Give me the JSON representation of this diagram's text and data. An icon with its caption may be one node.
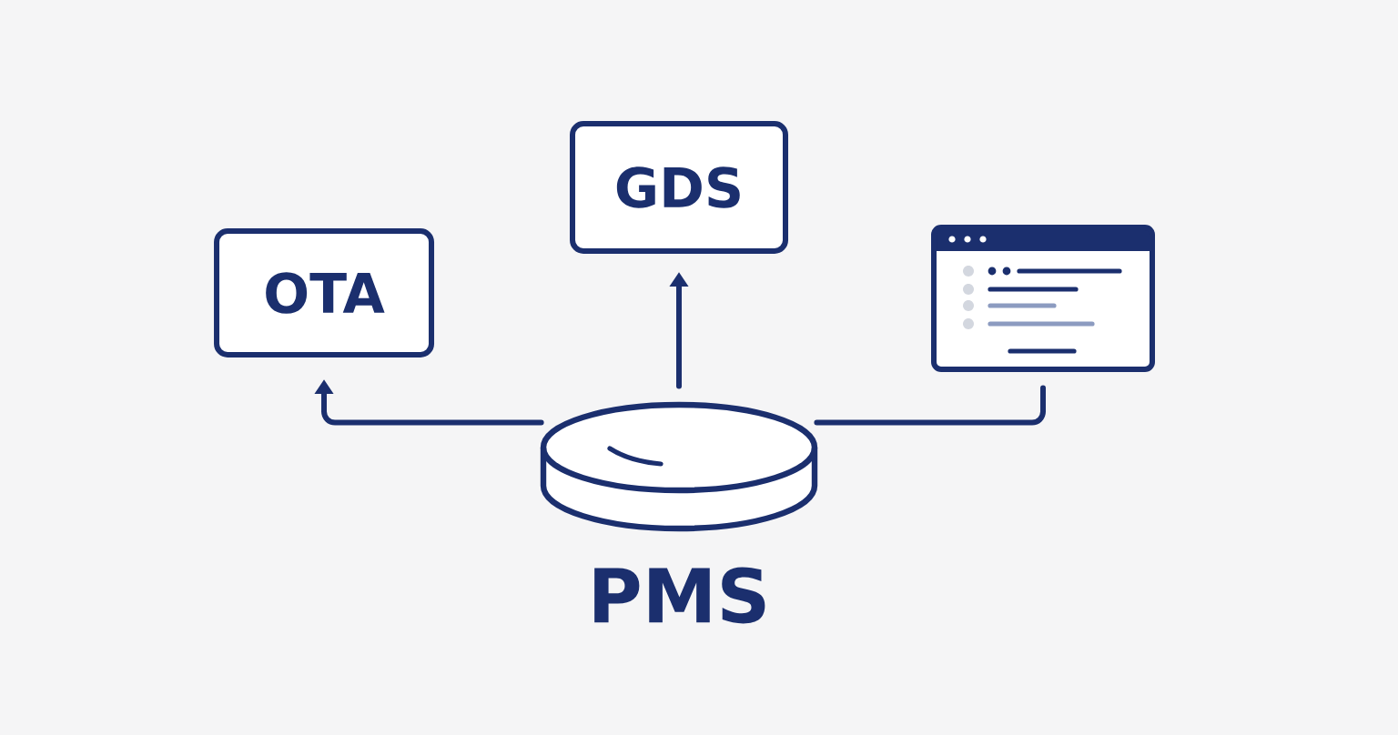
{
  "diagram": {
    "nodes": [
      {
        "text": [
          "GDS"
        ]
      },
      {
        "text": [
          "OTA"
        ]
      },
      {
        "text": [],
        "shape": "picture"
      },
      {
        "text": [
          "PMS"
        ]
      }
    ],
    "edges": [
      {
        "from": 3,
        "to": 0,
        "arrow": "to"
      },
      {
        "from": 3,
        "to": 1,
        "arrow": "to"
      },
      {
        "from": 3,
        "to": 2,
        "arrow": "none"
      }
    ]
  }
}
